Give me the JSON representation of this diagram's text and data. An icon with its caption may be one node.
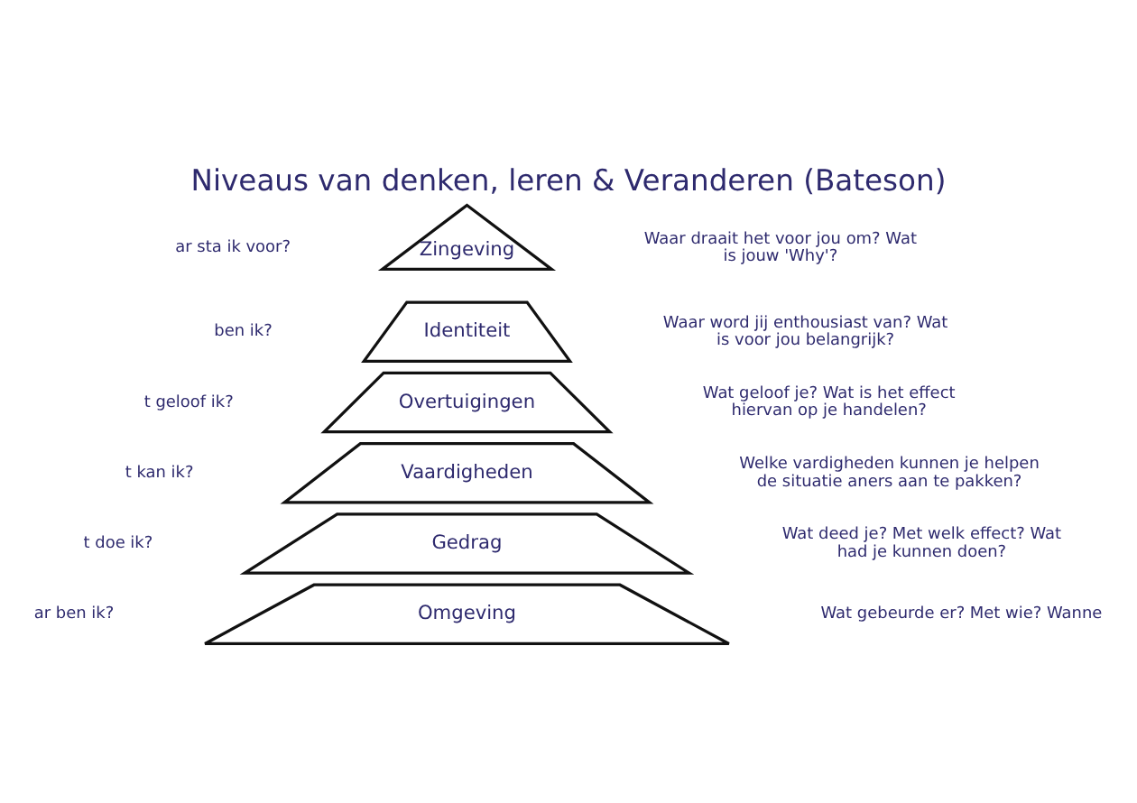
{
  "diagram": {
    "title": "Niveaus van denken, leren & Veranderen (Bateson)",
    "nodes": [
      {
        "text": [
          "Zingeving"
        ]
      },
      {
        "text": [
          "Identiteit"
        ]
      },
      {
        "text": [
          "Overtuigingen"
        ]
      },
      {
        "text": [
          "Vaardigheden"
        ]
      },
      {
        "text": [
          "Gedrag"
        ]
      },
      {
        "text": [
          "Omgeving"
        ]
      }
    ],
    "edges": [],
    "labels": [
      "ar sta ik voor?",
      "Waar draait het voor jou om? Wat is jouw 'Why'?",
      "ben ik?",
      "Waar word jij enthousiast van? Wat is voor jou belangrijk?",
      "t geloof ik?",
      "Wat geloof je? Wat is het effect hiervan op je handelen?",
      "t kan ik?",
      "Welke vardigheden kunnen je helpen de situatie aners aan te pakken?",
      "t doe ik?",
      "Wat deed je? Met welk effect? Wat had je kunnen doen?",
      "ar ben ik?",
      "Wat gebeurde er? Met wie? Wanne"
    ]
  }
}
